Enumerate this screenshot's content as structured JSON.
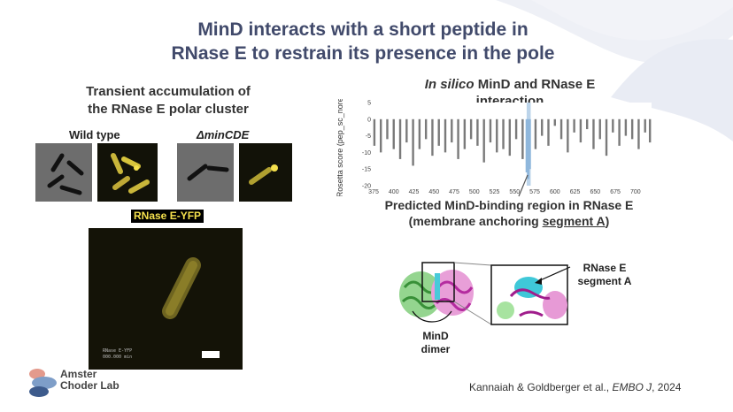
{
  "title": {
    "line1": "MinD interacts with a short peptide in",
    "line2": "RNase E to restrain its presence in the pole"
  },
  "left": {
    "subtitle_line1": "Transient accumulation of",
    "subtitle_line2": "the RNase E polar cluster",
    "wild_type_label": "Wild type",
    "mutant_label": "ΔminCDE",
    "yfp_tag": "RNase E-YFP",
    "micro_caption_1": "RNase E-YFP",
    "micro_caption_2": "000.000 min"
  },
  "right": {
    "insilico_italic": "In silico",
    "insilico_rest": " MinD and RNase E",
    "insilico_line2": "interaction",
    "predicted_line1": "Predicted MinD-binding region in RNase E",
    "predicted_line2_pre": "(membrane anchoring ",
    "predicted_line2_u": "segment A",
    "predicted_line2_post": ")",
    "callout_segment": "RNase E segment A",
    "callout_dimer_1": "MinD",
    "callout_dimer_2": "dimer"
  },
  "citation": {
    "authors": "Kannaiah & Goldberger et al., ",
    "journal": "EMBO J",
    "year": ", 2024"
  },
  "logo": {
    "line1": "Amster",
    "line2": "Choder Lab"
  },
  "colors": {
    "title": "#414a6b",
    "bar": "#7a7a7a",
    "highlight": "#8fb7dc",
    "yfp": "#f4e04d"
  },
  "chart_data": {
    "type": "bar",
    "ylabel": "Rosetta score (pep_sc_noref)",
    "xlim": [
      375,
      720
    ],
    "ylim": [
      -20,
      5
    ],
    "xticks": [
      375,
      400,
      425,
      450,
      475,
      500,
      525,
      550,
      575,
      600,
      625,
      650,
      675,
      700
    ],
    "yticks": [
      5,
      0,
      -5,
      -10,
      -15,
      -20
    ],
    "highlight_range": [
      565,
      570
    ],
    "x": [
      376,
      384,
      392,
      400,
      408,
      416,
      424,
      432,
      440,
      448,
      456,
      464,
      472,
      480,
      488,
      496,
      504,
      512,
      520,
      528,
      536,
      544,
      552,
      560,
      565,
      567,
      569,
      576,
      584,
      592,
      600,
      608,
      616,
      624,
      632,
      640,
      648,
      656,
      664,
      672,
      680,
      688,
      696,
      704,
      712,
      718
    ],
    "values": [
      -8,
      -10,
      -6,
      -9,
      -12,
      -7,
      -14,
      -9,
      -6,
      -11,
      -8,
      -10,
      -7,
      -12,
      -9,
      -6,
      -8,
      -13,
      -7,
      -10,
      -9,
      -11,
      -6,
      -12,
      -16,
      -18,
      -15,
      -9,
      -5,
      -8,
      -2,
      -6,
      -10,
      -4,
      -7,
      -3,
      -9,
      -6,
      -11,
      -4,
      -8,
      -5,
      -6,
      -9,
      -4,
      -7
    ]
  }
}
